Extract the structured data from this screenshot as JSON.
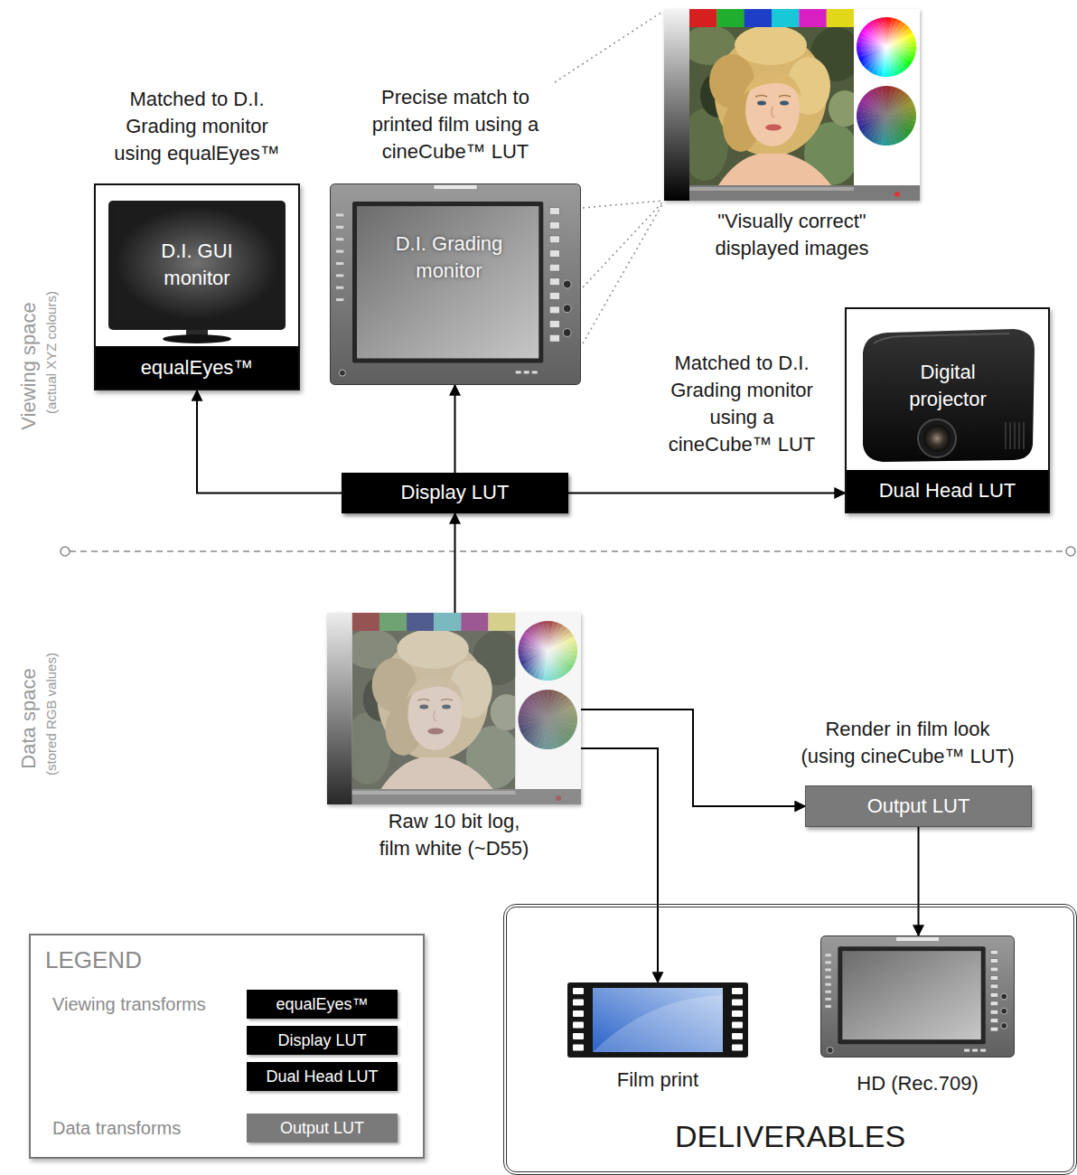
{
  "diagram": {
    "nodes": [
      {
        "text": [
          "Matched to D.I. Grading monitor using equalEyes™",
          "D.I. GUI monitor",
          "equalEyes™"
        ]
      },
      {
        "text": [
          "Precise match to printed film using a cineCube™ LUT",
          "D.I. Grading monitor"
        ]
      },
      {
        "text": [
          "\"Visually correct\" displayed images"
        ]
      },
      {
        "text": [
          "Matched to D.I. Grading monitor using a cineCube™ LUT",
          "Digital projector",
          "Dual Head LUT"
        ]
      },
      {
        "text": [
          "Display LUT"
        ]
      },
      {
        "text": [
          "Raw 10 bit log, film white (~D55)"
        ]
      },
      {
        "text": [
          "Render in film look (using cineCube™ LUT)",
          "Output LUT"
        ]
      },
      {
        "text": [
          "DELIVERABLES"
        ]
      },
      {
        "text": [
          "Film print"
        ],
        "in": 7
      },
      {
        "text": [
          "HD (Rec.709)"
        ],
        "in": 7
      }
    ],
    "edges": [
      {
        "from": 4,
        "to": 0,
        "arrow": "to"
      },
      {
        "from": 4,
        "to": 1,
        "arrow": "to"
      },
      {
        "from": 4,
        "to": 3,
        "arrow": "to"
      },
      {
        "from": 5,
        "to": 4,
        "arrow": "to"
      },
      {
        "from": 5,
        "to": 6,
        "arrow": "to"
      },
      {
        "from": 5,
        "to": 8,
        "arrow": "to"
      },
      {
        "from": 6,
        "to": 9,
        "arrow": "to"
      }
    ],
    "labels": [
      "Viewing space",
      "(actual XYZ colours)",
      "Data space",
      "(stored RGB values)",
      "LEGEND",
      "Viewing transforms",
      "Data transforms"
    ],
    "legend": [
      {
        "text": "equalEyes™",
        "color": "#000000"
      },
      {
        "text": "Display LUT",
        "color": "#000000"
      },
      {
        "text": "Dual Head LUT",
        "color": "#000000"
      },
      {
        "text": "Output LUT",
        "color": "#7a7a7a"
      }
    ]
  }
}
